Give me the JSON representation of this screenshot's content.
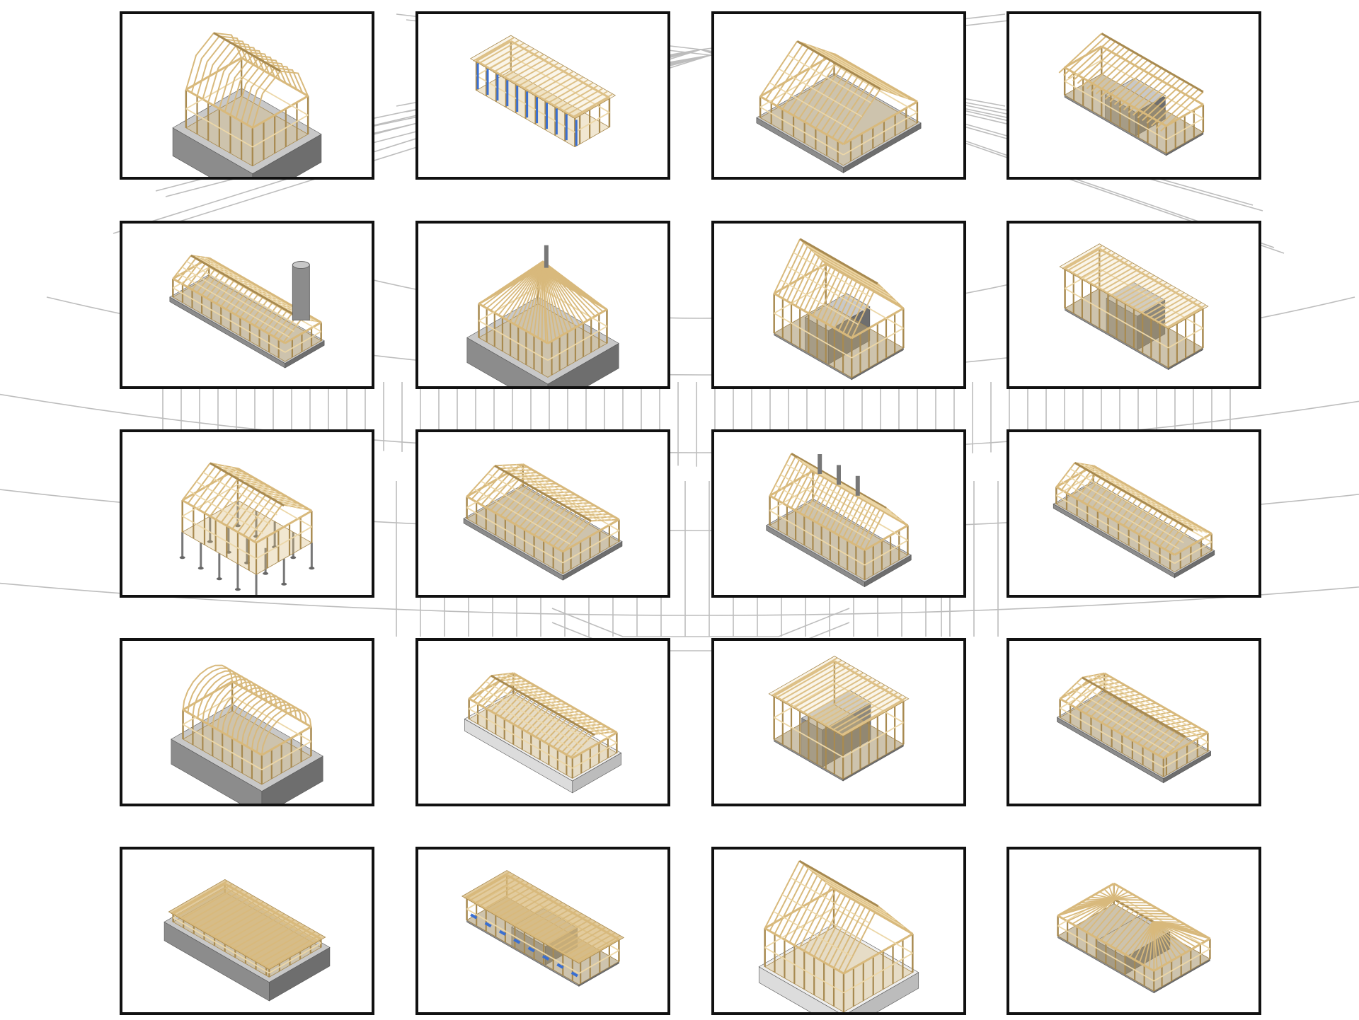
{
  "title": "",
  "colors": {
    "timber": "#d8b97c",
    "timber_dark": "#a88a50",
    "timber_light": "#ecd7a8",
    "concrete": "#8c8c8c",
    "concrete_dark": "#6e6e6e",
    "concrete_light": "#c8c8c8",
    "steel_blue": "#3a6fd1",
    "frame_border": "#111111",
    "backdrop_line": "#bdbdbd"
  },
  "grid": {
    "rows": 5,
    "cols": 4
  },
  "tiles": [
    {
      "id": "t1",
      "variant": "gambrel-house",
      "base": "concrete-block",
      "accent": "none"
    },
    {
      "id": "t2",
      "variant": "flat-pavilion",
      "base": "none",
      "accent": "blue-steel"
    },
    {
      "id": "t3",
      "variant": "gable-hall",
      "base": "slab",
      "accent": "none"
    },
    {
      "id": "t4",
      "variant": "shed-barn",
      "base": "concrete-wall",
      "accent": "none"
    },
    {
      "id": "t5",
      "variant": "long-hall-silo",
      "base": "slab",
      "accent": "silo"
    },
    {
      "id": "t6",
      "variant": "pyramid-house",
      "base": "concrete-block",
      "accent": "chimney"
    },
    {
      "id": "t7",
      "variant": "tall-gable-house",
      "base": "concrete-wall",
      "accent": "none"
    },
    {
      "id": "t8",
      "variant": "two-storey-frame",
      "base": "concrete-wall",
      "accent": "none"
    },
    {
      "id": "t9",
      "variant": "stilt-complex",
      "base": "piles",
      "accent": "none"
    },
    {
      "id": "t10",
      "variant": "wide-gable-hall",
      "base": "slab",
      "accent": "none"
    },
    {
      "id": "t11",
      "variant": "l-shaped-house",
      "base": "slab",
      "accent": "chimneys"
    },
    {
      "id": "t12",
      "variant": "long-gable-barn",
      "base": "slab",
      "accent": "none"
    },
    {
      "id": "t13",
      "variant": "arched-annex",
      "base": "concrete-block",
      "accent": "none"
    },
    {
      "id": "t14",
      "variant": "complex-hall",
      "base": "light-plinth",
      "accent": "none"
    },
    {
      "id": "t15",
      "variant": "box-house",
      "base": "concrete-wall",
      "accent": "none"
    },
    {
      "id": "t16",
      "variant": "open-shed",
      "base": "slab",
      "accent": "none"
    },
    {
      "id": "t17",
      "variant": "low-roof-plinth",
      "base": "concrete-block",
      "accent": "none"
    },
    {
      "id": "t18",
      "variant": "flat-bar-building",
      "base": "concrete-wall",
      "accent": "blue-windows"
    },
    {
      "id": "t19",
      "variant": "chalet",
      "base": "light-plinth",
      "accent": "none"
    },
    {
      "id": "t20",
      "variant": "hip-roof-barn",
      "base": "concrete-wall",
      "accent": "none"
    }
  ]
}
